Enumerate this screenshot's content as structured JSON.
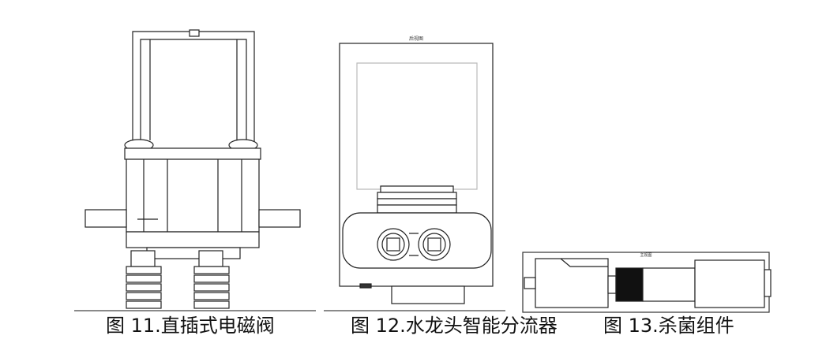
{
  "figures": [
    {
      "caption": "图 11.直插式电磁阀"
    },
    {
      "caption": "图 12.水龙头智能分流器",
      "view_label": "后视图"
    },
    {
      "caption": "图 13.杀菌组件",
      "view_label": "主视图"
    }
  ]
}
